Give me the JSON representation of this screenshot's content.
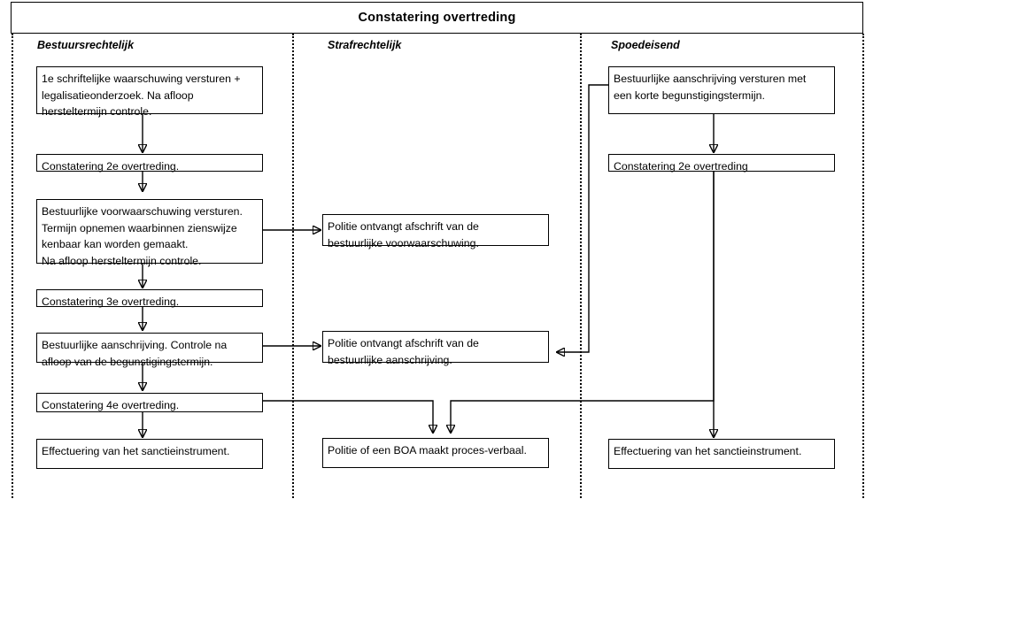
{
  "diagram": {
    "title": "Constatering overtreding",
    "type": "swimlane-flowchart",
    "lanes": [
      {
        "id": "bestuursrechtelijk",
        "label": "Bestuursrechtelijk"
      },
      {
        "id": "strafrechtelijk",
        "label": "Strafrechtelijk"
      },
      {
        "id": "spoedeisend",
        "label": "Spoedeisend"
      }
    ],
    "colors": {
      "stroke": "#000000",
      "background": "#ffffff",
      "text": "#000000"
    }
  },
  "nodes": {
    "b1": "1e schriftelijke waarschuwing versturen +\nlegalisatieonderzoek. Na afloop\nhersteltermijn controle.",
    "b2": "Constatering 2e overtreding.",
    "b3": "Bestuurlijke voorwaarschuwing versturen.\nTermijn opnemen waarbinnen zienswijze\nkenbaar kan worden gemaakt.\nNa afloop hersteltermijn controle.",
    "b4": "Constatering 3e overtreding.",
    "b5": "Bestuurlijke aanschrijving. Controle na\nafloop van de begunstigingstermijn.",
    "b6": "Constatering 4e overtreding.",
    "b7": "Effectuering van het sanctieinstrument.",
    "s1": "Politie ontvangt afschrift van de\nbestuurlijke voorwaarschuwing.",
    "s2": "Politie ontvangt afschrift van de\nbestuurlijke aanschrijving.",
    "s3": "Politie of een BOA maakt proces-verbaal.",
    "p1": "Bestuurlijke aanschrijving versturen met\neen korte begunstigingstermijn.",
    "p2": "Constatering 2e overtreding",
    "p3": "Effectuering van het sanctieinstrument."
  },
  "edges": [
    {
      "from": "b1",
      "to": "b2",
      "kind": "arrow-down"
    },
    {
      "from": "b2",
      "to": "b3",
      "kind": "arrow-down"
    },
    {
      "from": "b3",
      "to": "b4",
      "kind": "arrow-down"
    },
    {
      "from": "b4",
      "to": "b5",
      "kind": "arrow-down"
    },
    {
      "from": "b5",
      "to": "b6",
      "kind": "arrow-down"
    },
    {
      "from": "b6",
      "to": "b7",
      "kind": "arrow-down"
    },
    {
      "from": "b3",
      "to": "s1",
      "kind": "arrow-right"
    },
    {
      "from": "b5",
      "to": "s2",
      "kind": "arrow-right"
    },
    {
      "from": "b6",
      "to": "s3",
      "kind": "elbow-right-down"
    },
    {
      "from": "p1",
      "to": "s2",
      "kind": "elbow-left-down"
    },
    {
      "from": "p1",
      "to": "p2",
      "kind": "arrow-down"
    },
    {
      "from": "p2",
      "to": "s3",
      "kind": "elbow-left-down"
    },
    {
      "from": "p2",
      "to": "p3",
      "kind": "arrow-down"
    }
  ]
}
